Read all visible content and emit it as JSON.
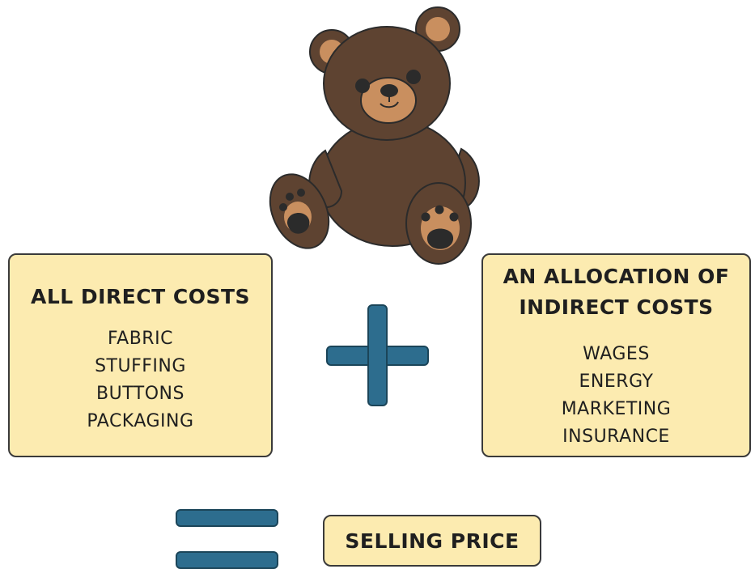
{
  "colors": {
    "box_fill": "#fcebb0",
    "symbol_blue": "#2d6d8e",
    "bear_fur": "#5e4331",
    "bear_muzzle": "#c98f5f",
    "outline": "#2b2b2b"
  },
  "image": {
    "subject": "teddy-bear"
  },
  "direct_costs": {
    "title": "ALL DIRECT COSTS",
    "items": [
      "FABRIC",
      "STUFFING",
      "BUTTONS",
      "PACKAGING"
    ]
  },
  "indirect_costs": {
    "title_line1": "AN ALLOCATION OF",
    "title_line2": "INDIRECT COSTS",
    "items": [
      "WAGES",
      "ENERGY",
      "MARKETING",
      "INSURANCE"
    ]
  },
  "operators": {
    "plus": "plus-sign",
    "equals": "equals-sign"
  },
  "result": {
    "label": "SELLING PRICE"
  }
}
